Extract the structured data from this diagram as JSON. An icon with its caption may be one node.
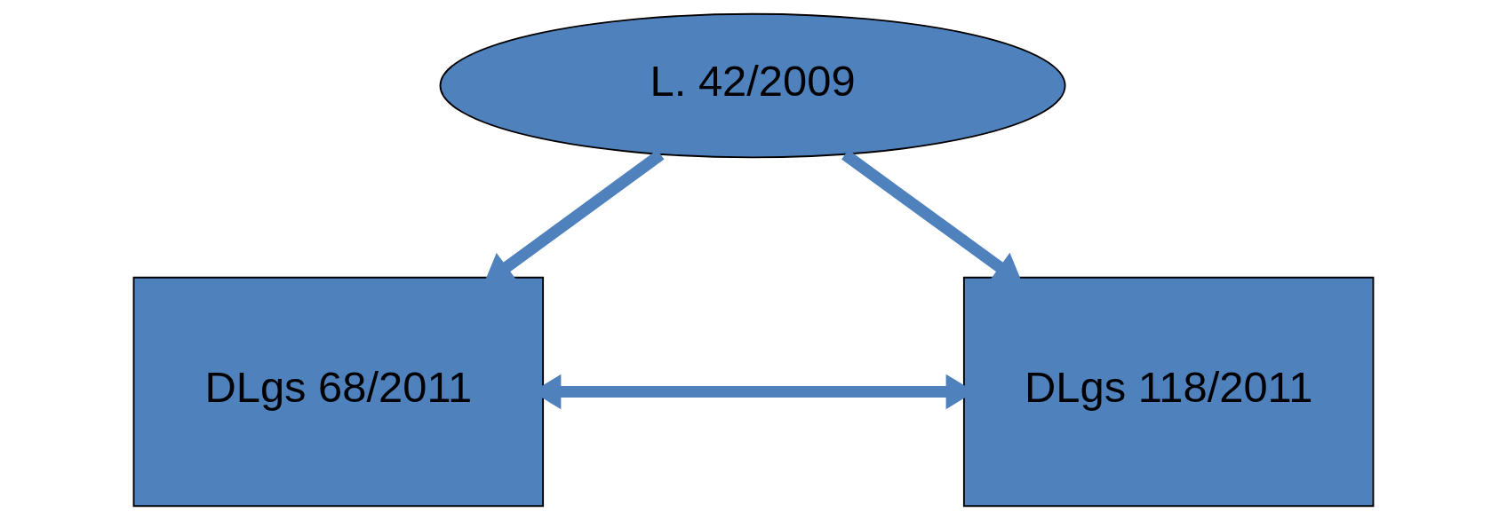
{
  "diagram": {
    "nodes": [
      {
        "text": [
          "L. 42/2009"
        ]
      },
      {
        "text": [
          "DLgs 68/2011"
        ]
      },
      {
        "text": [
          "DLgs 118/2011"
        ]
      }
    ],
    "edges": [
      {
        "from": 0,
        "to": 1,
        "arrow": "to"
      },
      {
        "from": 0,
        "to": 2,
        "arrow": "to"
      },
      {
        "from": 1,
        "to": 2,
        "arrow": "both"
      }
    ]
  }
}
